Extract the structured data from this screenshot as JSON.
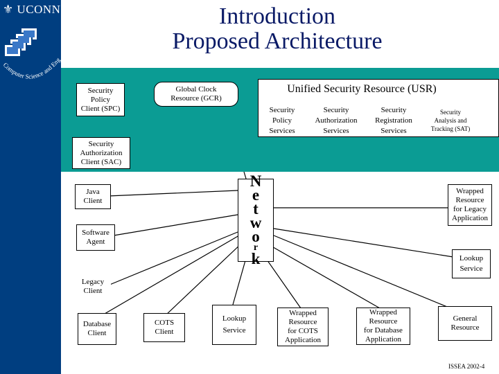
{
  "header": {
    "logo_text": "UCONN",
    "seal_text": "Computer Science and Engineering",
    "title_line1": "Introduction",
    "title_line2": "Proposed Architecture"
  },
  "top_components": {
    "spc": [
      "Security",
      "Policy",
      "Client (SPC)"
    ],
    "gcr": [
      "Global Clock",
      "Resource (GCR)"
    ],
    "usr_title": "Unified Security Resource (USR)",
    "usr_services": [
      [
        "Security",
        "Policy",
        "Services"
      ],
      [
        "Security",
        "Authorization",
        "Services"
      ],
      [
        "Security",
        "Registration",
        "Services"
      ],
      [
        "Security",
        "Analysis and",
        "Tracking (SAT)"
      ]
    ],
    "sac": [
      "Security",
      "Authorization",
      "Client (SAC)"
    ]
  },
  "network": {
    "letters": [
      "N",
      "e",
      "t",
      "w",
      "o",
      "r",
      "k"
    ]
  },
  "clients": {
    "java": [
      "Java",
      "Client"
    ],
    "software_agent": [
      "Software",
      "Agent"
    ],
    "legacy": [
      "Legacy",
      "Client"
    ],
    "database": [
      "Database",
      "Client"
    ],
    "cots": [
      "COTS",
      "Client"
    ],
    "lookup_bottom": [
      "Lookup",
      "Service"
    ],
    "wrapped_cots": [
      "Wrapped",
      "Resource",
      "for COTS",
      "Application"
    ],
    "wrapped_db": [
      "Wrapped",
      "Resource",
      "for Database",
      "Application"
    ],
    "general": [
      "General",
      "Resource"
    ],
    "wrapped_legacy": [
      "Wrapped",
      "Resource",
      "for Legacy",
      "Application"
    ],
    "lookup_right": [
      "Lookup",
      "Service"
    ]
  },
  "footer": {
    "text": "ISSEA 2002-4"
  },
  "colors": {
    "sidebar": "#003e80",
    "band": "#0b9c94",
    "title": "#0a1a66"
  }
}
